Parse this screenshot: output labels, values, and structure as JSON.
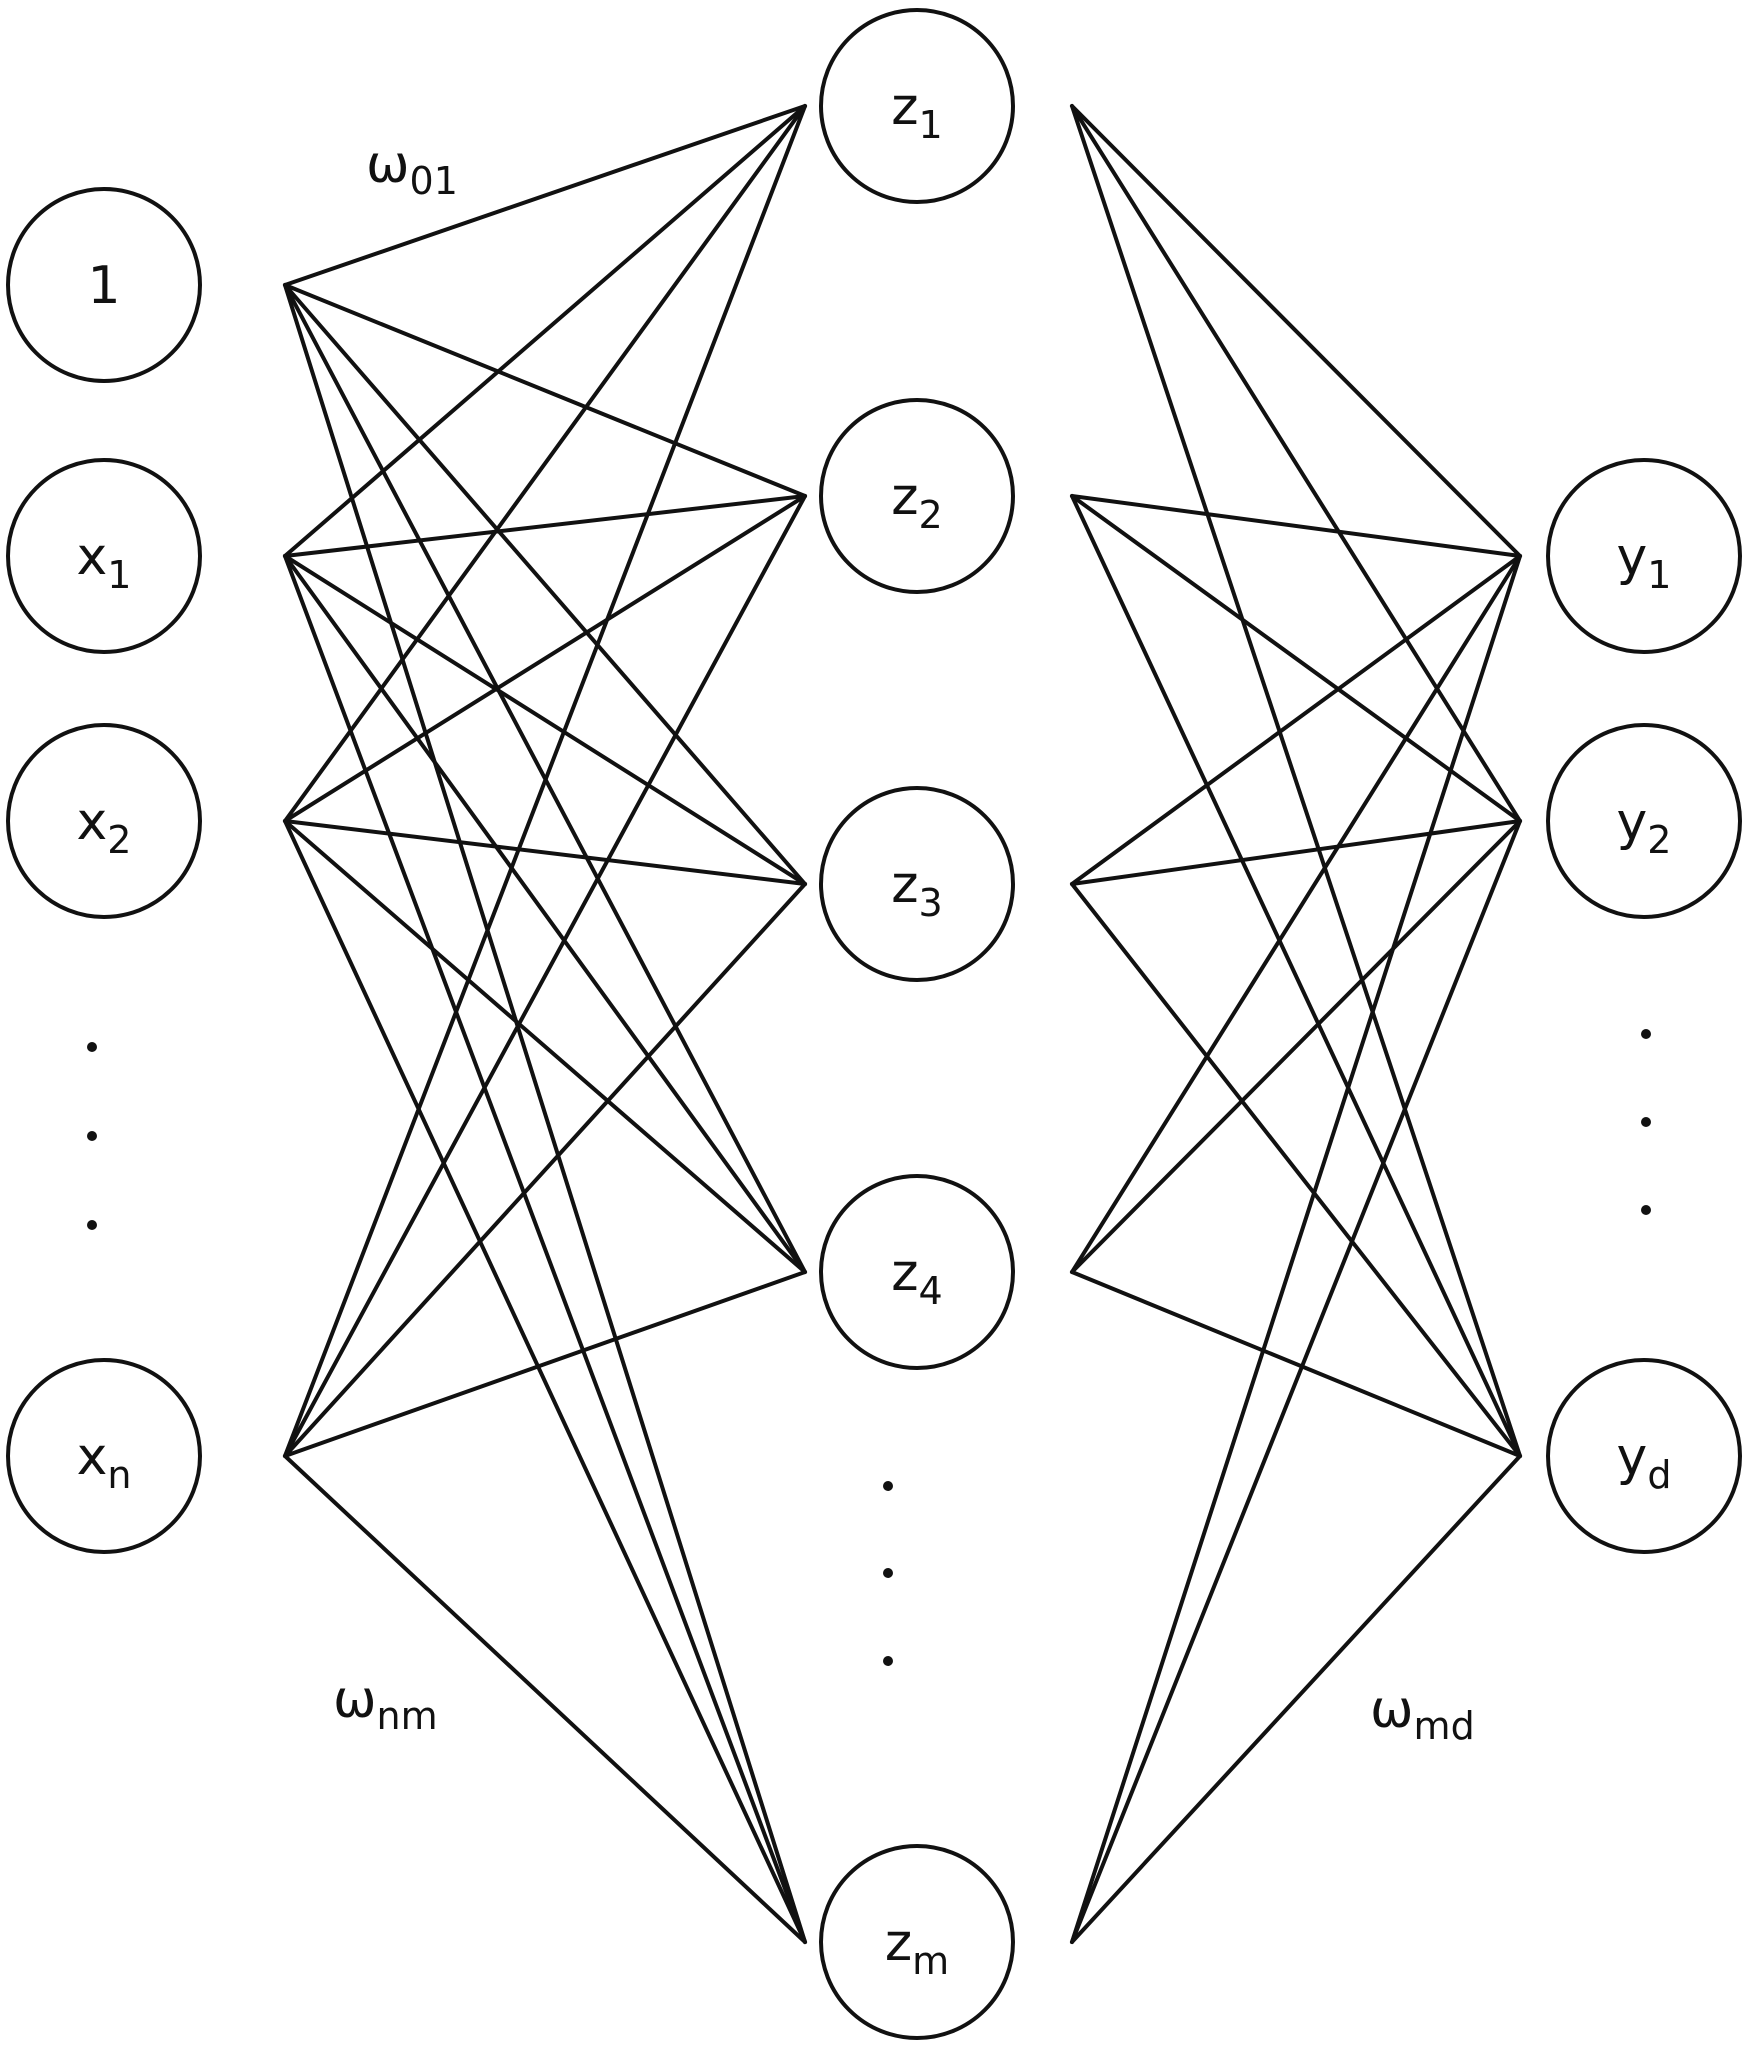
{
  "input_nodes": [
    {
      "id": "bias",
      "main": "1",
      "sub": ""
    },
    {
      "id": "x1",
      "main": "x",
      "sub": "1"
    },
    {
      "id": "x2",
      "main": "x",
      "sub": "2"
    },
    {
      "id": "xn",
      "main": "x",
      "sub": "n"
    }
  ],
  "hidden_nodes": [
    {
      "id": "z1",
      "main": "z",
      "sub": "1"
    },
    {
      "id": "z2",
      "main": "z",
      "sub": "2"
    },
    {
      "id": "z3",
      "main": "z",
      "sub": "3"
    },
    {
      "id": "z4",
      "main": "z",
      "sub": "4"
    },
    {
      "id": "zm",
      "main": "z",
      "sub": "m"
    }
  ],
  "output_nodes": [
    {
      "id": "y1",
      "main": "y",
      "sub": "1"
    },
    {
      "id": "y2",
      "main": "y",
      "sub": "2"
    },
    {
      "id": "yd",
      "main": "y",
      "sub": "d"
    }
  ],
  "weights": [
    {
      "id": "w01",
      "main": "ω",
      "sub": "01"
    },
    {
      "id": "wnm",
      "main": "ω",
      "sub": "nm"
    },
    {
      "id": "wmd",
      "main": "ω",
      "sub": "md"
    }
  ]
}
